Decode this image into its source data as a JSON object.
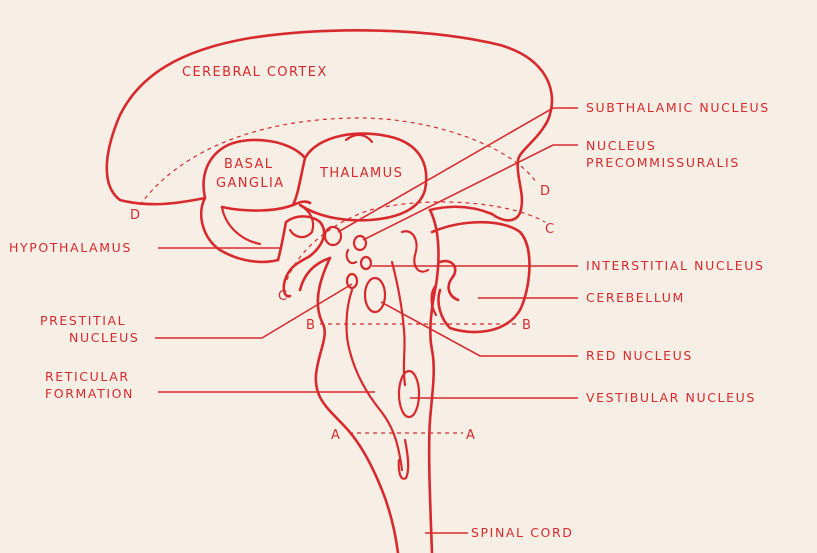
{
  "colors": {
    "line": "#d82a2c",
    "background": "#f7efe6"
  },
  "regions": {
    "cerebral_cortex": "CEREBRAL CORTEX",
    "basal_ganglia_1": "BASAL",
    "basal_ganglia_2": "GANGLIA",
    "thalamus": "THALAMUS"
  },
  "left_labels": {
    "hypothalamus": "HYPOTHALAMUS",
    "prestitial_1": "PRESTITIAL",
    "prestitial_2": "NUCLEUS",
    "reticular_1": "RETICULAR",
    "reticular_2": "FORMATION"
  },
  "right_labels": {
    "subthalamic": "SUBTHALAMIC NUCLEUS",
    "precommissuralis_1": "NUCLEUS",
    "precommissuralis_2": "PRECOMMISSURALIS",
    "interstitial": "INTERSTITIAL NUCLEUS",
    "cerebellum": "CEREBELLUM",
    "red": "RED NUCLEUS",
    "vestibular": "VESTIBULAR NUCLEUS",
    "spinal_cord": "SPINAL CORD"
  },
  "section_marks": {
    "a": "A",
    "b": "B",
    "c": "C",
    "d": "D"
  }
}
